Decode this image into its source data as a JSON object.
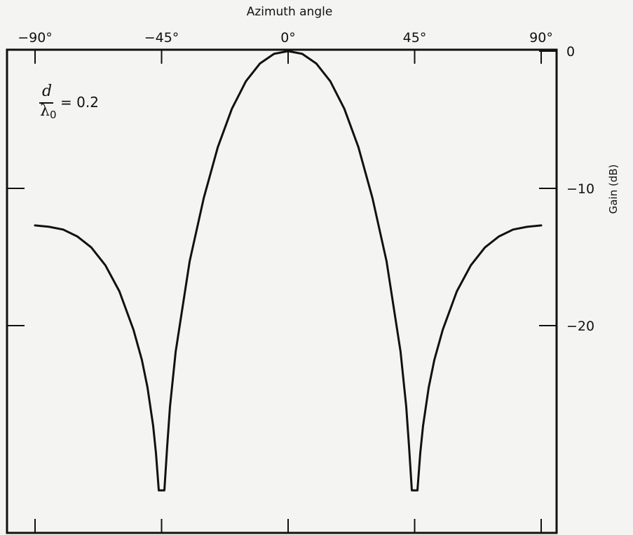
{
  "chart_data": {
    "type": "line",
    "title": "Azimuth angle",
    "ylabel": "Gain (dB)",
    "xlim": [
      -90,
      90
    ],
    "ylim": [
      -32,
      0
    ],
    "x_ticks": [
      -90,
      -45,
      0,
      45,
      90
    ],
    "x_tick_labels": [
      "−90°",
      "−45°",
      "0°",
      "45°",
      "90°"
    ],
    "y_ticks": [
      0,
      -10,
      -20
    ],
    "y_tick_labels": [
      "0",
      "−10",
      "−20"
    ],
    "grid": false,
    "annotation": {
      "numerator": "d",
      "denominator": "λ",
      "denominator_subscript": "0",
      "equals": "=",
      "value": "0.2"
    },
    "series": [
      {
        "x": [
          -90,
          -85,
          -80,
          -75,
          -70,
          -65,
          -60,
          -55,
          -52,
          -50,
          -48,
          -47,
          -46,
          -45.5,
          -45,
          -44,
          -43,
          -42,
          -40,
          -35,
          -30,
          -25,
          -20,
          -15,
          -10,
          -5,
          0,
          5,
          10,
          15,
          20,
          25,
          30,
          35,
          40,
          42,
          43,
          44,
          45,
          45.5,
          46,
          47,
          48,
          50,
          52,
          55,
          60,
          65,
          70,
          75,
          80,
          85,
          90
        ],
        "y": [
          -12.7,
          -12.8,
          -13.0,
          -13.5,
          -14.3,
          -15.6,
          -17.5,
          -20.3,
          -22.5,
          -24.5,
          -27.3,
          -29.3,
          -32,
          -32,
          -32,
          -32,
          -28.8,
          -25.9,
          -21.9,
          -15.3,
          -10.7,
          -7.0,
          -4.2,
          -2.2,
          -0.9,
          -0.2,
          0,
          -0.2,
          -0.9,
          -2.2,
          -4.2,
          -7.0,
          -10.7,
          -15.3,
          -21.9,
          -25.9,
          -28.8,
          -32,
          -32,
          -32,
          -32,
          -29.3,
          -27.3,
          -24.5,
          -22.5,
          -20.3,
          -17.5,
          -15.6,
          -14.3,
          -13.5,
          -13.0,
          -12.8,
          -12.7
        ]
      }
    ]
  }
}
